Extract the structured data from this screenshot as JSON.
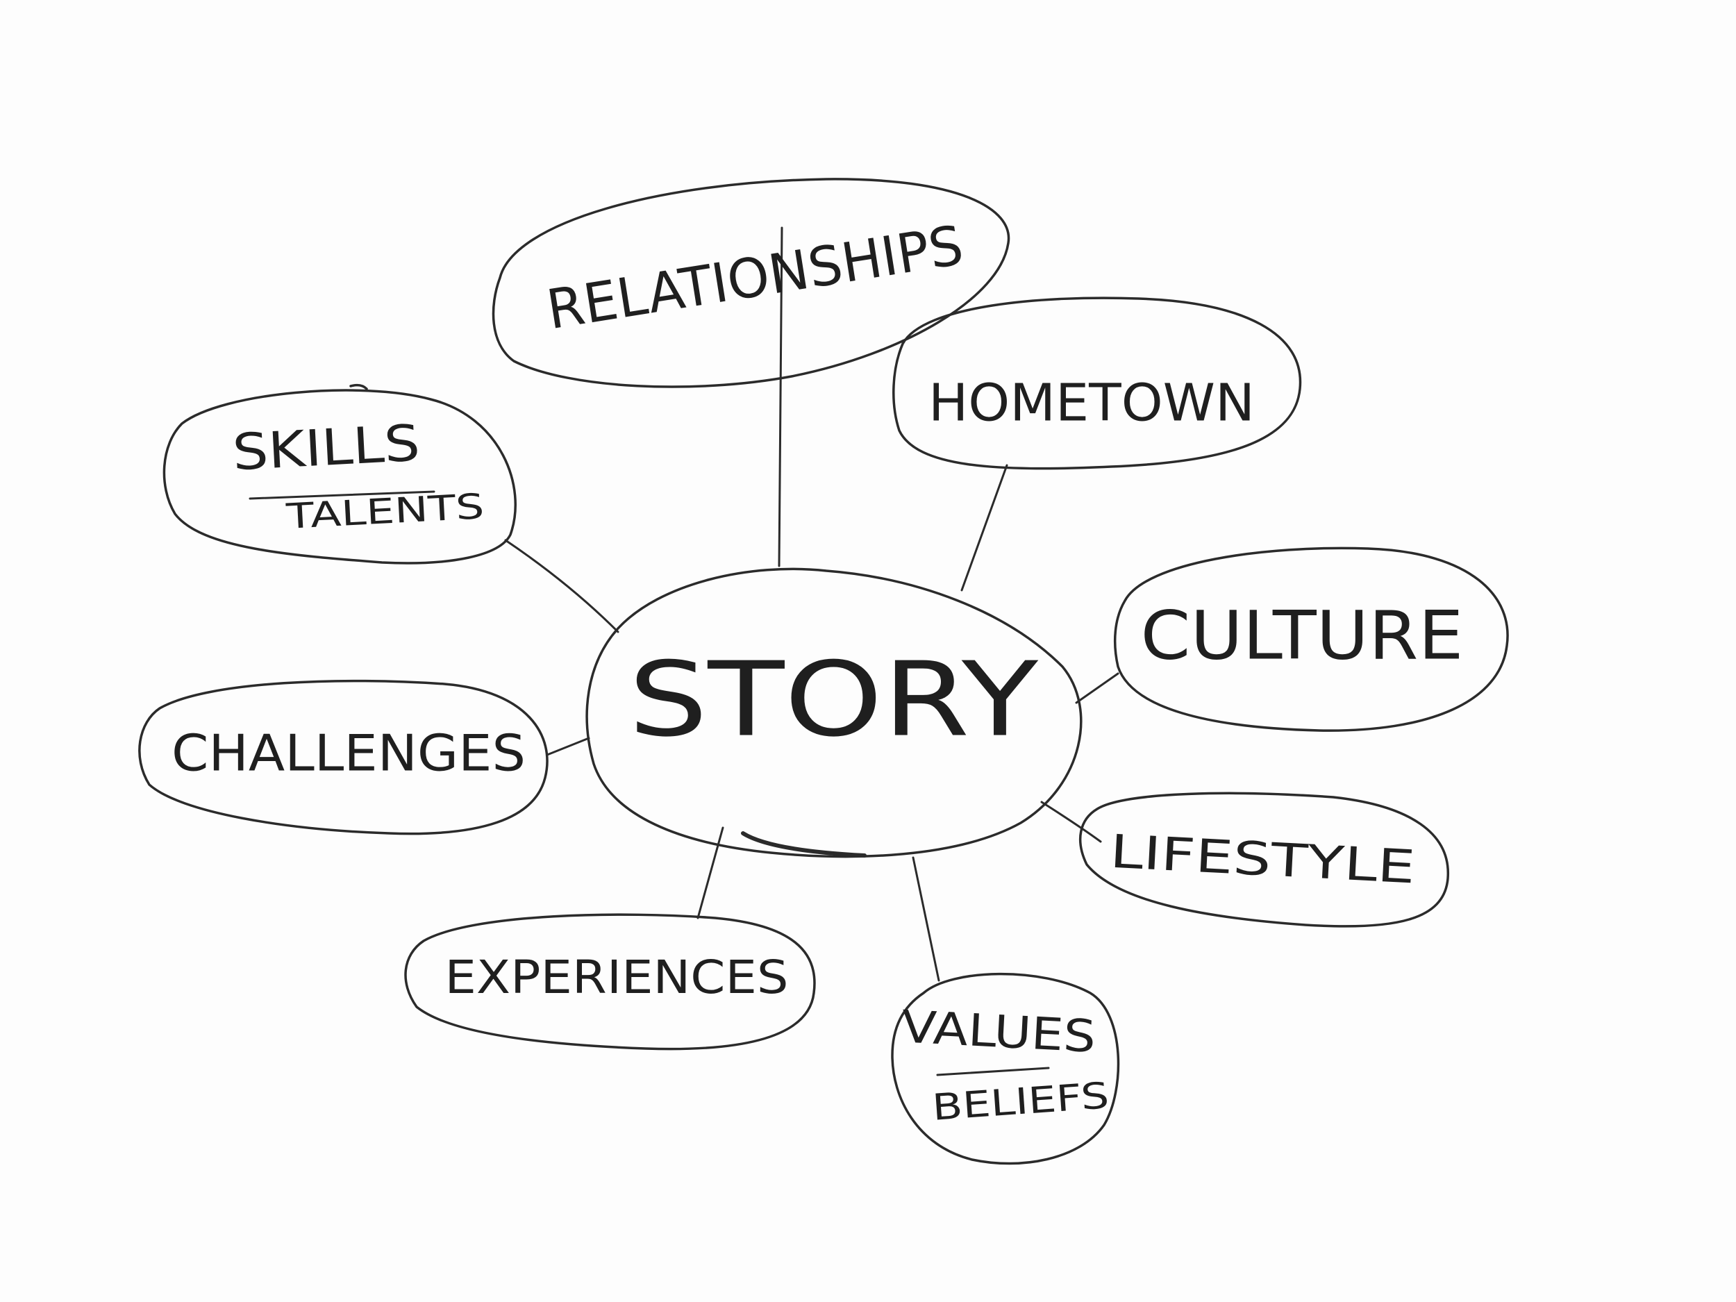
{
  "colors": {
    "ink": "#2b2b2b",
    "board": "#fdfdfd"
  },
  "center": {
    "label": "STORY"
  },
  "nodes": [
    {
      "id": "relationships",
      "label": "RELATIONSHIPS"
    },
    {
      "id": "hometown",
      "label": "HOMETOWN"
    },
    {
      "id": "skills",
      "label": "SKILLS",
      "sublabel": "TALENTS"
    },
    {
      "id": "culture",
      "label": "CULTURE"
    },
    {
      "id": "challenges",
      "label": "CHALLENGES"
    },
    {
      "id": "lifestyle",
      "label": "LIFESTYLE"
    },
    {
      "id": "experiences",
      "label": "EXPERIENCES"
    },
    {
      "id": "values",
      "label": "VALUES",
      "sublabel": "BELIEFS"
    }
  ]
}
